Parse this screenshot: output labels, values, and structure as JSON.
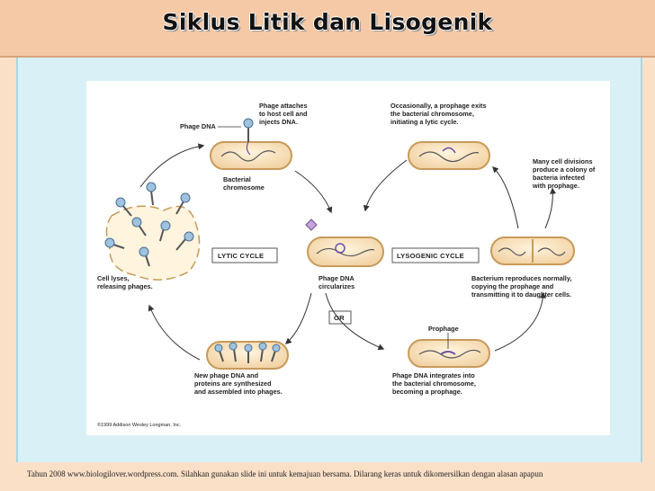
{
  "slide": {
    "title": "Siklus Litik dan Lisogenik",
    "footer": "Tahun  2008 www.biologilover.wordpress.com. Silahkan gunakan slide ini untuk kemajuan bersama. Dilarang  keras  untuk dikomersilkan  dengan alasan apapun"
  },
  "diagram": {
    "lytic_cycle": "LYTIC CYCLE",
    "lysogenic_cycle": "LYSOGENIC CYCLE",
    "or_label": "OR",
    "phage_dna": "Phage DNA",
    "attach": [
      "Phage attaches",
      "to host cell and",
      "injects DNA."
    ],
    "bacterial_chromosome": [
      "Bacterial",
      "chromosome"
    ],
    "occasionally": [
      "Occasionally, a prophage exits",
      "the bacterial chromosome,",
      "initiating a lytic cycle."
    ],
    "many_divisions": [
      "Many cell divisions",
      "produce a colony of",
      "bacteria infected",
      "with prophage."
    ],
    "cell_lyses": [
      "Cell lyses,",
      "releasing phages."
    ],
    "circularizes": [
      "Phage DNA",
      "circularizes"
    ],
    "reproduces": [
      "Bacterium reproduces normally,",
      "copying the prophage and",
      "transmitting it to daughter cells."
    ],
    "prophage": "Prophage",
    "new_phage": [
      "New phage DNA and",
      "proteins are synthesized",
      "and assembled into phages."
    ],
    "integrates": [
      "Phage DNA integrates into",
      "the bacterial chromosome,",
      "becoming a prophage."
    ],
    "copyright": "©1999 Addison Wesley Longman, Inc."
  },
  "colors": {
    "title_bar": "#f6c9a6",
    "content_bg": "#d9f1f6",
    "cell_fill": "#fbe6c6",
    "cell_stroke": "#c79a5a",
    "phage": "#7ea6c8",
    "arrow": "#333333"
  }
}
